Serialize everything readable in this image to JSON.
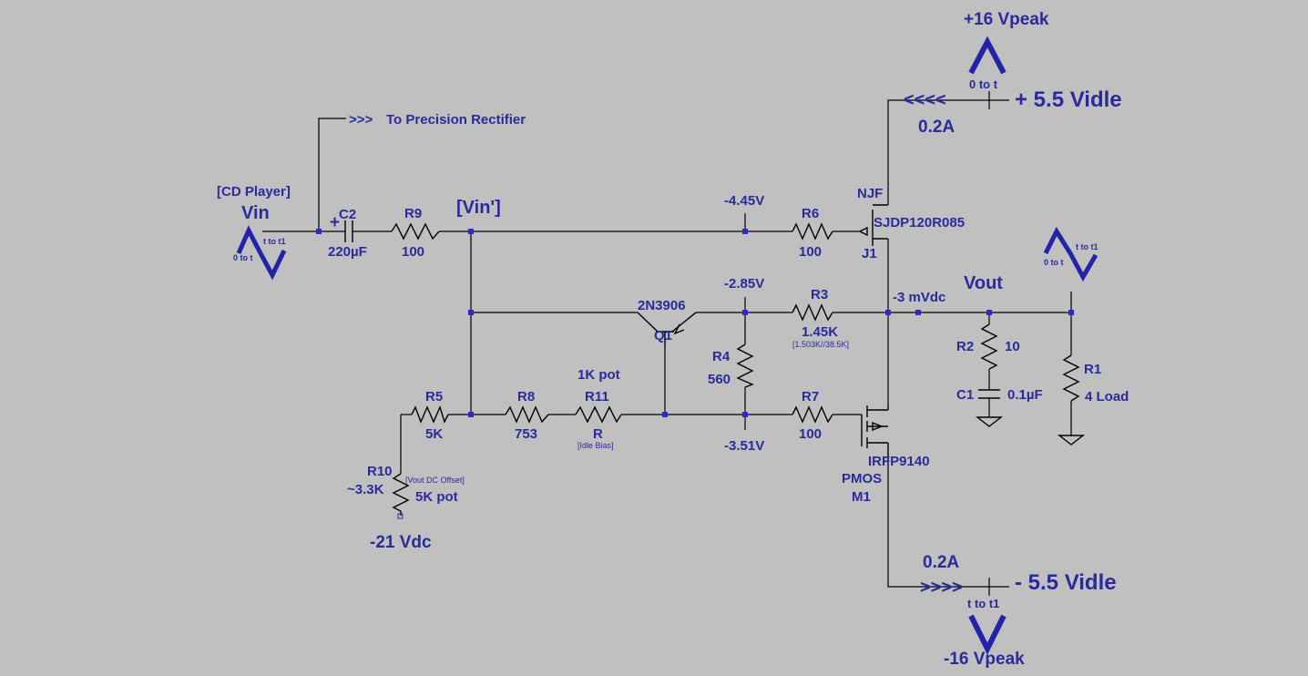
{
  "sources": {
    "vin": {
      "top_label": "[CD Player]",
      "name": "Vin",
      "low": "0 to t",
      "high": "t to t1"
    },
    "vout_wave": {
      "low": "0 to t",
      "high": "t to t1"
    },
    "pos_supply": {
      "peak": "+16 Vpeak",
      "label": "0  to t",
      "idle": "+ 5.5 Vidle",
      "current": "0.2A",
      "arrows": "<<<<"
    },
    "neg_supply": {
      "peak": "-16 Vpeak",
      "label": "t  to t1",
      "idle": "- 5.5 Vidle",
      "current": "0.2A",
      "arrows": ">>>>"
    },
    "rectifier": {
      "arrows": ">>>",
      "label": "To Precision Rectifier"
    }
  },
  "components": {
    "c2": {
      "name": "C2",
      "value": "220µF",
      "polarity": "+"
    },
    "r9": {
      "name": "R9",
      "value": "100"
    },
    "r6": {
      "name": "R6",
      "value": "100"
    },
    "r3": {
      "name": "R3",
      "value": "1.45K",
      "note": "[1.503K//38.5K]"
    },
    "r4": {
      "name": "R4",
      "value": "560"
    },
    "r7": {
      "name": "R7",
      "value": "100"
    },
    "r5": {
      "name": "R5",
      "value": "5K"
    },
    "r8": {
      "name": "R8",
      "value": "753"
    },
    "r11": {
      "name": "R11",
      "value": "R",
      "note": "[Idle Bias]",
      "pot_label": "1K pot"
    },
    "r10": {
      "name": "R10",
      "value": "~3.3K",
      "note": "[Vout DC Offset]",
      "pot_label": "5K pot"
    },
    "r2": {
      "name": "R2",
      "value": "10"
    },
    "c1": {
      "name": "C1",
      "value": "0.1µF"
    },
    "r1": {
      "name": "R1",
      "value": "4 Load"
    },
    "q1": {
      "name": "Q1",
      "model": "2N3906"
    },
    "j1": {
      "name": "J1",
      "type": "NJF",
      "model": "SJDP120R085"
    },
    "m1": {
      "name": "M1",
      "type": "PMOS",
      "model": "IRFP9140"
    }
  },
  "nets": {
    "vin_prime": "[Vin']",
    "v_gate_j1": "-4.45V",
    "v_q1_emitter": "-2.85V",
    "v_m1_gate": "-3.51V",
    "v_offset": "-3 mVdc",
    "vout": "Vout",
    "neg_bias": "-21 Vdc"
  },
  "colors": {
    "background": "#c0c0c0",
    "text": "#2a2a9c",
    "wire": "#000000",
    "junction": "#2c2cc0"
  }
}
